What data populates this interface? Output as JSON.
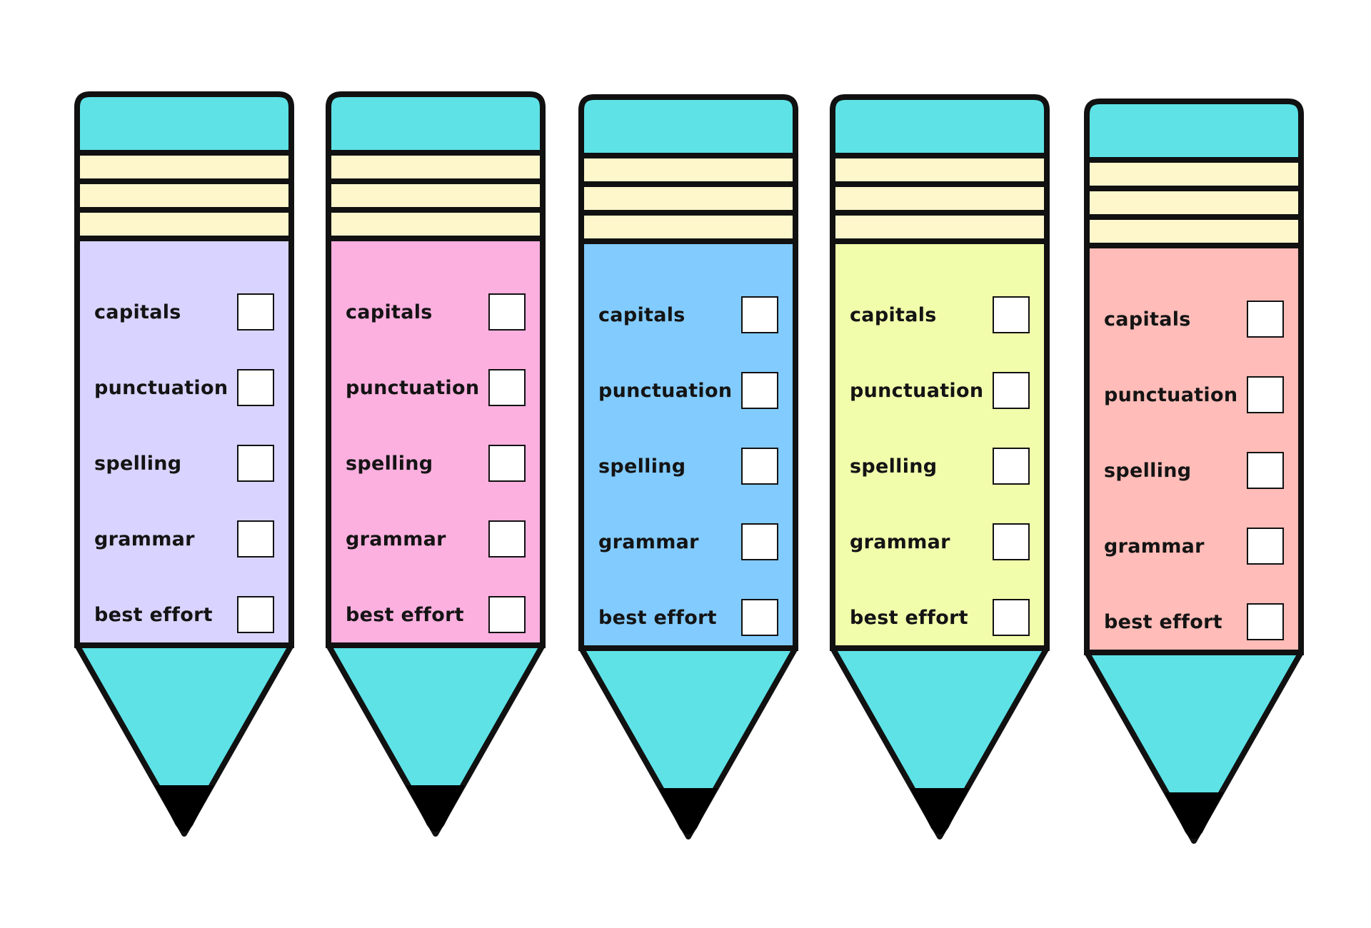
{
  "outline_color": "#111111",
  "cap_color": "#5ee2e6",
  "ferrule_color": "#fff7cc",
  "tip_color": "#5ee2e6",
  "lead_color": "#000000",
  "pencils": [
    {
      "body_color": "#d9d3ff",
      "items": [
        {
          "label": "capitals",
          "checked": false
        },
        {
          "label": "punctuation",
          "checked": false
        },
        {
          "label": "spelling",
          "checked": false
        },
        {
          "label": "grammar",
          "checked": false
        },
        {
          "label": "best effort",
          "checked": false
        }
      ]
    },
    {
      "body_color": "#fcb0df",
      "items": [
        {
          "label": "capitals",
          "checked": false
        },
        {
          "label": "punctuation",
          "checked": false
        },
        {
          "label": "spelling",
          "checked": false
        },
        {
          "label": "grammar",
          "checked": false
        },
        {
          "label": "best effort",
          "checked": false
        }
      ]
    },
    {
      "body_color": "#82cbff",
      "items": [
        {
          "label": "capitals",
          "checked": false
        },
        {
          "label": "punctuation",
          "checked": false
        },
        {
          "label": "spelling",
          "checked": false
        },
        {
          "label": "grammar",
          "checked": false
        },
        {
          "label": "best effort",
          "checked": false
        }
      ]
    },
    {
      "body_color": "#f1fdab",
      "items": [
        {
          "label": "capitals",
          "checked": false
        },
        {
          "label": "punctuation",
          "checked": false
        },
        {
          "label": "spelling",
          "checked": false
        },
        {
          "label": "grammar",
          "checked": false
        },
        {
          "label": "best effort",
          "checked": false
        }
      ]
    },
    {
      "body_color": "#ffbcb8",
      "items": [
        {
          "label": "capitals",
          "checked": false
        },
        {
          "label": "punctuation",
          "checked": false
        },
        {
          "label": "spelling",
          "checked": false
        },
        {
          "label": "grammar",
          "checked": false
        },
        {
          "label": "best effort",
          "checked": false
        }
      ]
    }
  ]
}
